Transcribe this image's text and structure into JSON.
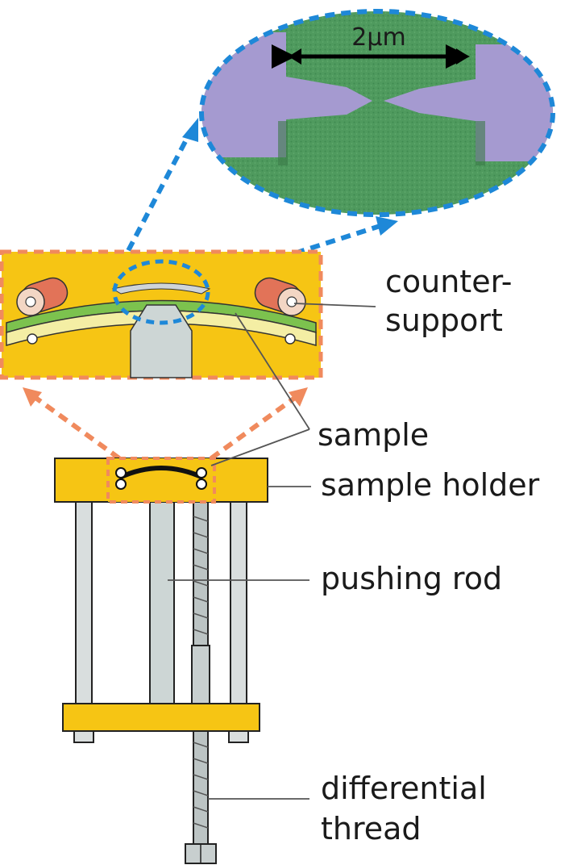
{
  "labels": {
    "scale_bar": "2μm",
    "counter_support_1": "counter-",
    "counter_support_2": "support",
    "sample": "sample",
    "sample_holder": "sample holder",
    "pushing_rod": "pushing rod",
    "differential_1": "differential",
    "differential_2": "thread"
  },
  "colors": {
    "holder_yellow": "#f6c514",
    "inset_dashed_red": "#f08a5d",
    "sem_dashed_blue": "#1e88d8",
    "sem_green": "#4f9a5e",
    "sem_purple": "#a59ad0",
    "rod_gray": "#cdd6d5",
    "counter_support_roller": "#e27358",
    "sample_green": "#7cc24e",
    "sample_yellow": "#f4eea4"
  }
}
